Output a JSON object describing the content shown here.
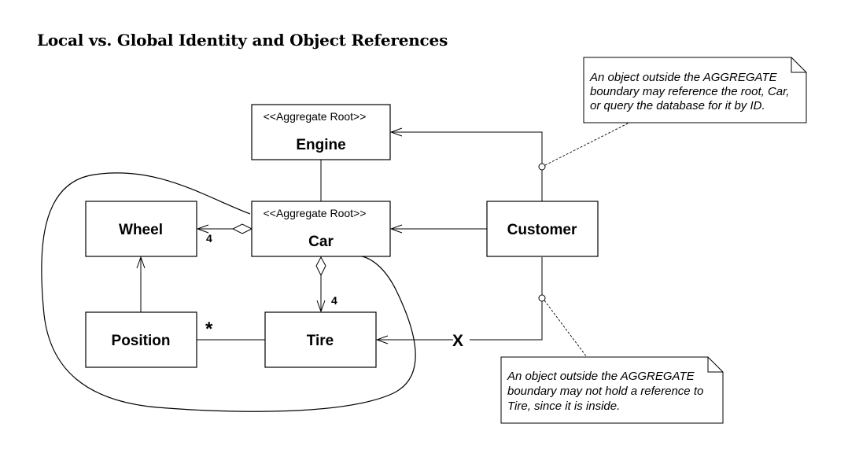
{
  "title": "Local vs. Global Identity and Object References",
  "classes": {
    "engine": {
      "stereotype": "<<Aggregate Root>>",
      "name": "Engine"
    },
    "car": {
      "stereotype": "<<Aggregate Root>>",
      "name": "Car"
    },
    "wheel": {
      "name": "Wheel"
    },
    "customer": {
      "name": "Customer"
    },
    "position": {
      "name": "Position"
    },
    "tire": {
      "name": "Tire"
    }
  },
  "multiplicities": {
    "car_wheel": "4",
    "car_tire": "4",
    "position_tire": "*"
  },
  "forbidden_mark": "X",
  "notes": {
    "top": [
      "An object outside the AGGREGATE",
      "boundary may reference the root, Car,",
      "or query the database for it by ID."
    ],
    "bottom": [
      "An object outside the AGGREGATE",
      "boundary may not hold a reference to",
      "Tire, since it is inside."
    ]
  }
}
